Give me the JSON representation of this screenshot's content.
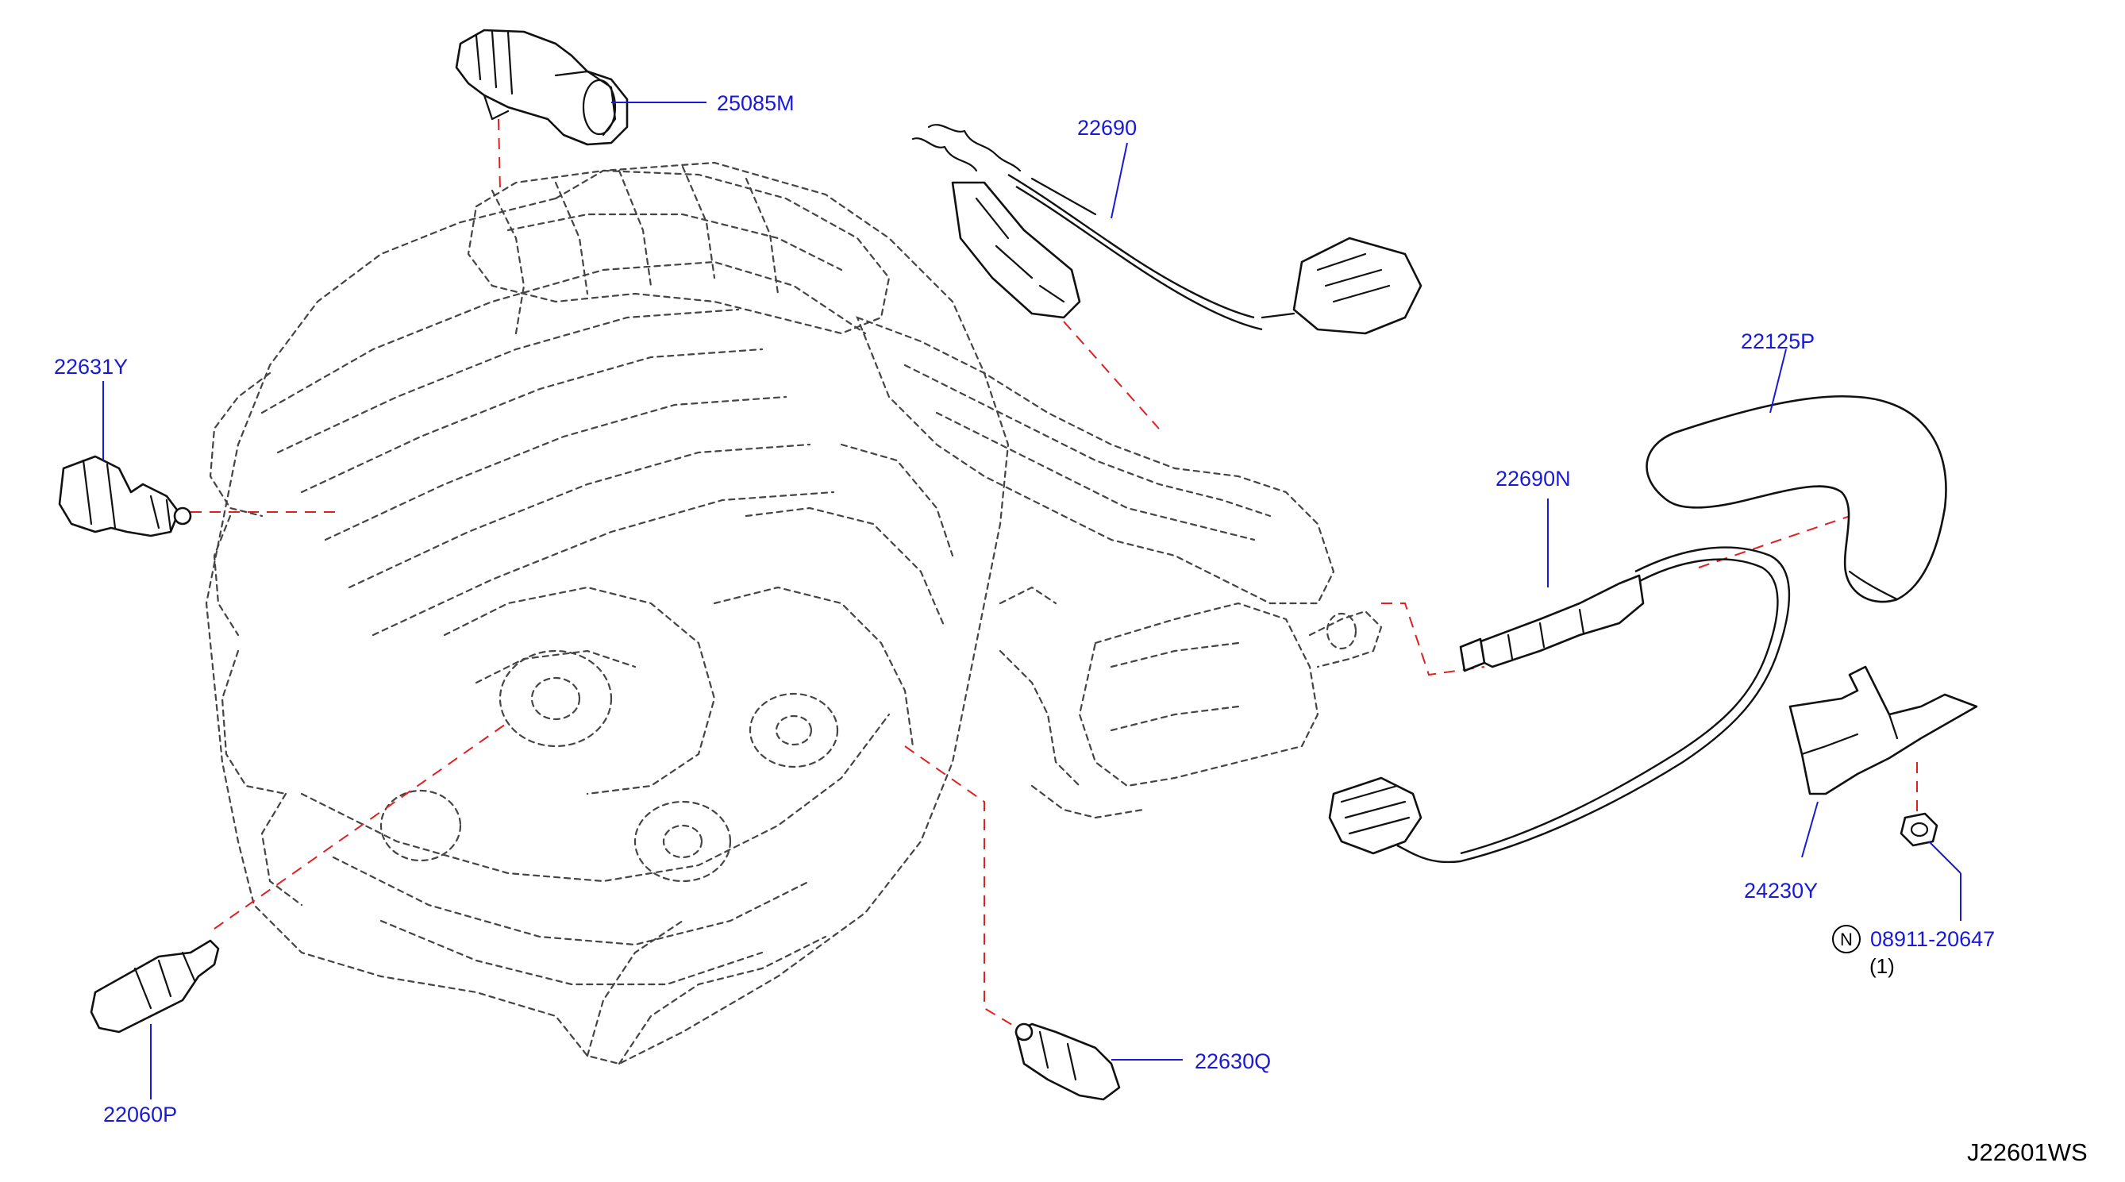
{
  "colors": {
    "label": "#1a1ad6",
    "leader": "#1a1ad6",
    "hidden_link": "#e02020",
    "line": "#111111"
  },
  "parts": {
    "p25085M": {
      "label": "25085M"
    },
    "p22690": {
      "label": "22690"
    },
    "p22631Y": {
      "label": "22631Y"
    },
    "p22125P": {
      "label": "22125P"
    },
    "p22690N": {
      "label": "22690N"
    },
    "p24230Y": {
      "label": "24230Y"
    },
    "p08911": {
      "label": "08911-20647",
      "prefix": "N",
      "quantity": "(1)"
    },
    "p22060P": {
      "label": "22060P"
    },
    "p22630Q": {
      "label": "22630Q"
    }
  },
  "diagram_ref": "J22601WS"
}
